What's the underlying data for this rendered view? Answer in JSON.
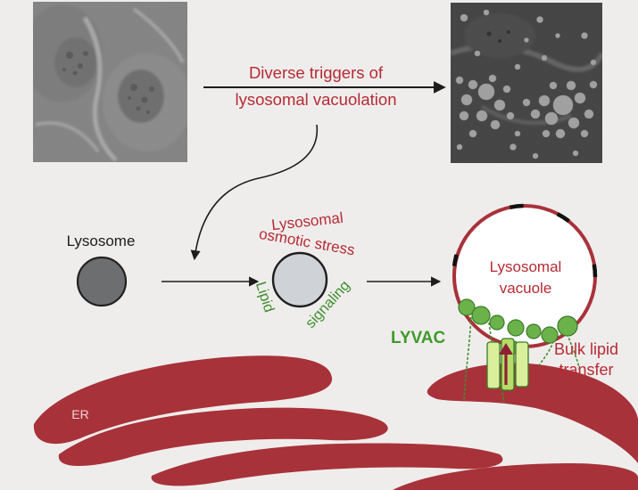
{
  "trigger_label": {
    "line1": "Diverse triggers of",
    "line2": "lysosomal vacuolation"
  },
  "lysosome_label": "Lysosome",
  "stress_label": {
    "line1": "Lysosomal",
    "line2": "osmotic stress"
  },
  "signaling_label": {
    "lipid": "Lipid",
    "signaling": "signaling"
  },
  "vacuole_label": {
    "line1": "Lysosomal",
    "line2": "vacuole"
  },
  "lyvac_label": "LYVAC",
  "transfer_label": {
    "line1": "Bulk lipid",
    "line2": "transfer"
  },
  "er_label": "ER",
  "colors": {
    "background": "#efedec",
    "er_red": "#a8323a",
    "label_red": "#b62b35",
    "label_green": "#3f8f2f",
    "lyvac_green": "#7cc04d",
    "lysosome_fill": "#6d6e70",
    "stressed_fill": "#cfd2d6"
  }
}
